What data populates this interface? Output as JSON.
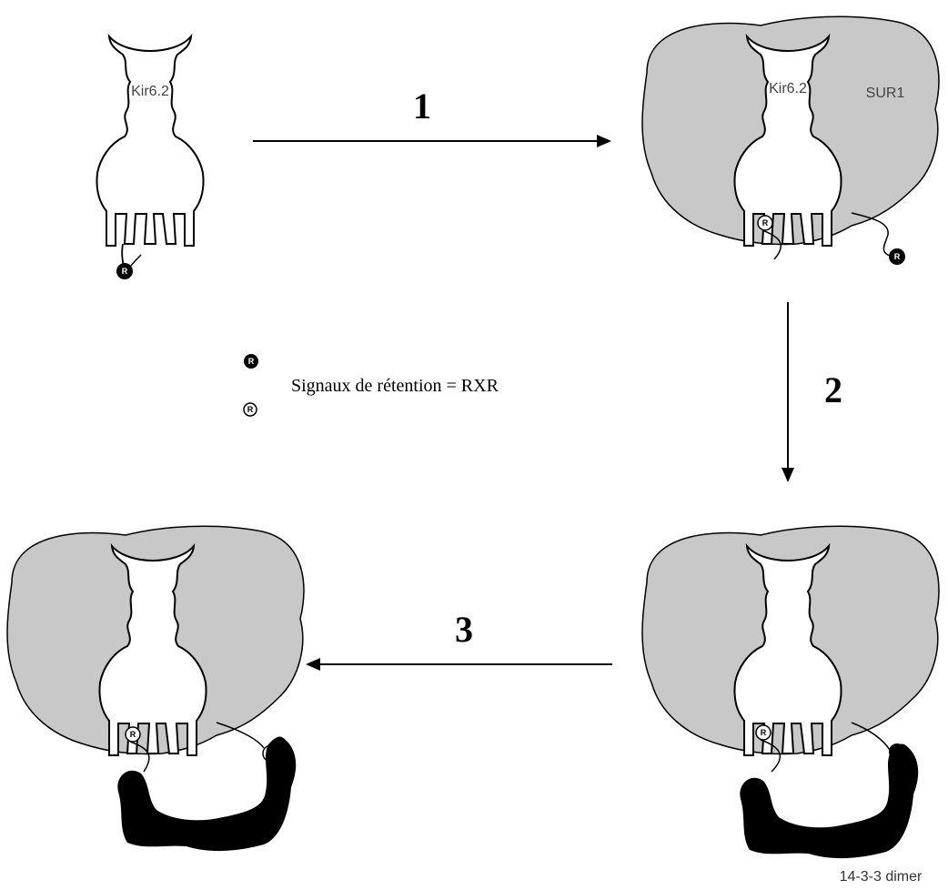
{
  "steps": {
    "step1": "1",
    "step2": "2",
    "step3": "3"
  },
  "labels": {
    "kir62_a": "Kir6.2",
    "kir62_b": "Kir6.2",
    "sur1": "SUR1",
    "dimer": "14-3-3 dimer"
  },
  "legend": {
    "text": "Signaux de rétention = RXR",
    "symbol": "R"
  },
  "colors": {
    "sur1_fill": "#c8c8c8",
    "dimer_fill": "#000000",
    "retention_active": "#000000",
    "retention_masked": "#ffffff"
  }
}
